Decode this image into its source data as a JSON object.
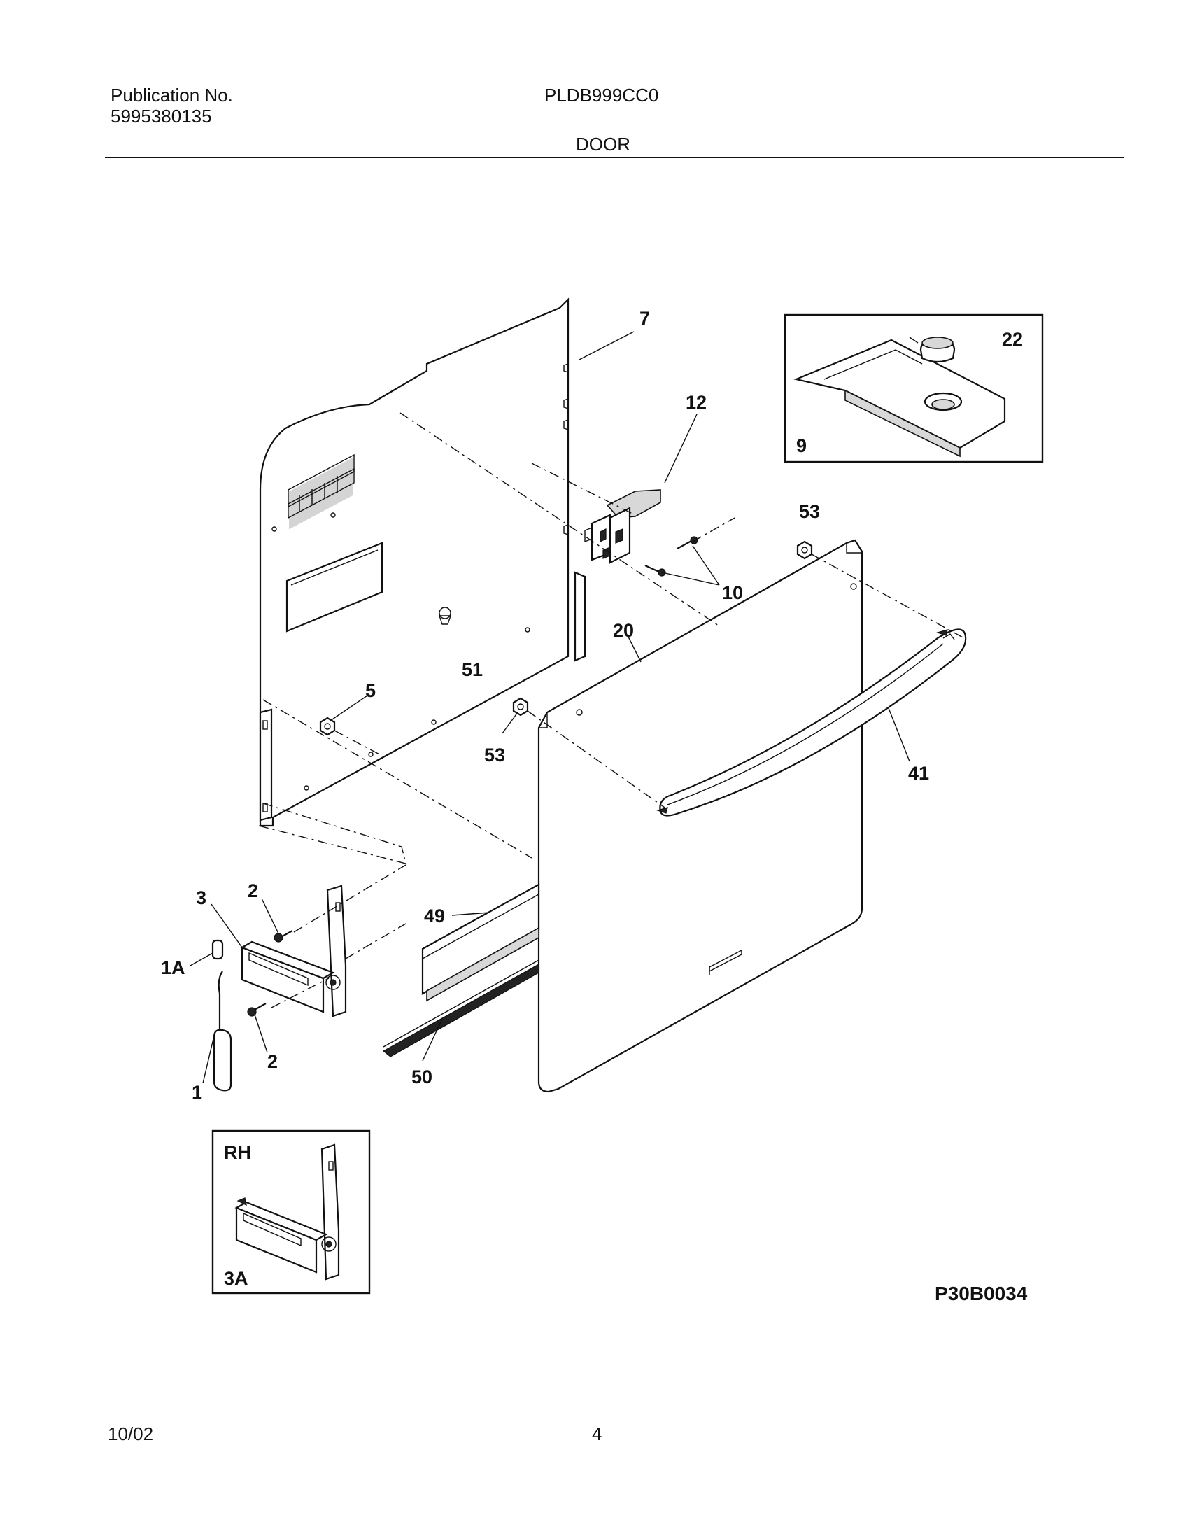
{
  "header": {
    "publication_label": "Publication No.",
    "publication_number": "5995380135",
    "model": "PLDB999CC0",
    "section": "DOOR"
  },
  "diagram": {
    "callouts": {
      "c7": "7",
      "c12": "12",
      "c22": "22",
      "c9": "9",
      "c53a": "53",
      "c10": "10",
      "c20": "20",
      "c51": "51",
      "c5": "5",
      "c53b": "53",
      "c41": "41",
      "c3": "3",
      "c2a": "2",
      "c49": "49",
      "c1a": "1A",
      "c2b": "2",
      "c1": "1",
      "c50": "50",
      "rh": "RH",
      "c3a": "3A"
    },
    "drawing_code": "P30B0034"
  },
  "footer": {
    "date": "10/02",
    "page": "4"
  }
}
